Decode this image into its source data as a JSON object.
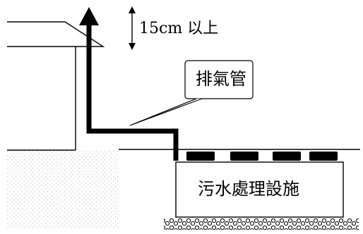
{
  "diagram": {
    "height_label": "15cm 以上",
    "pipe_label": "排氣管",
    "tank_label": "污水處理設施",
    "colors": {
      "stroke": "#000000",
      "ground_stipple": "#c8c8c8",
      "background": "#ffffff"
    }
  }
}
